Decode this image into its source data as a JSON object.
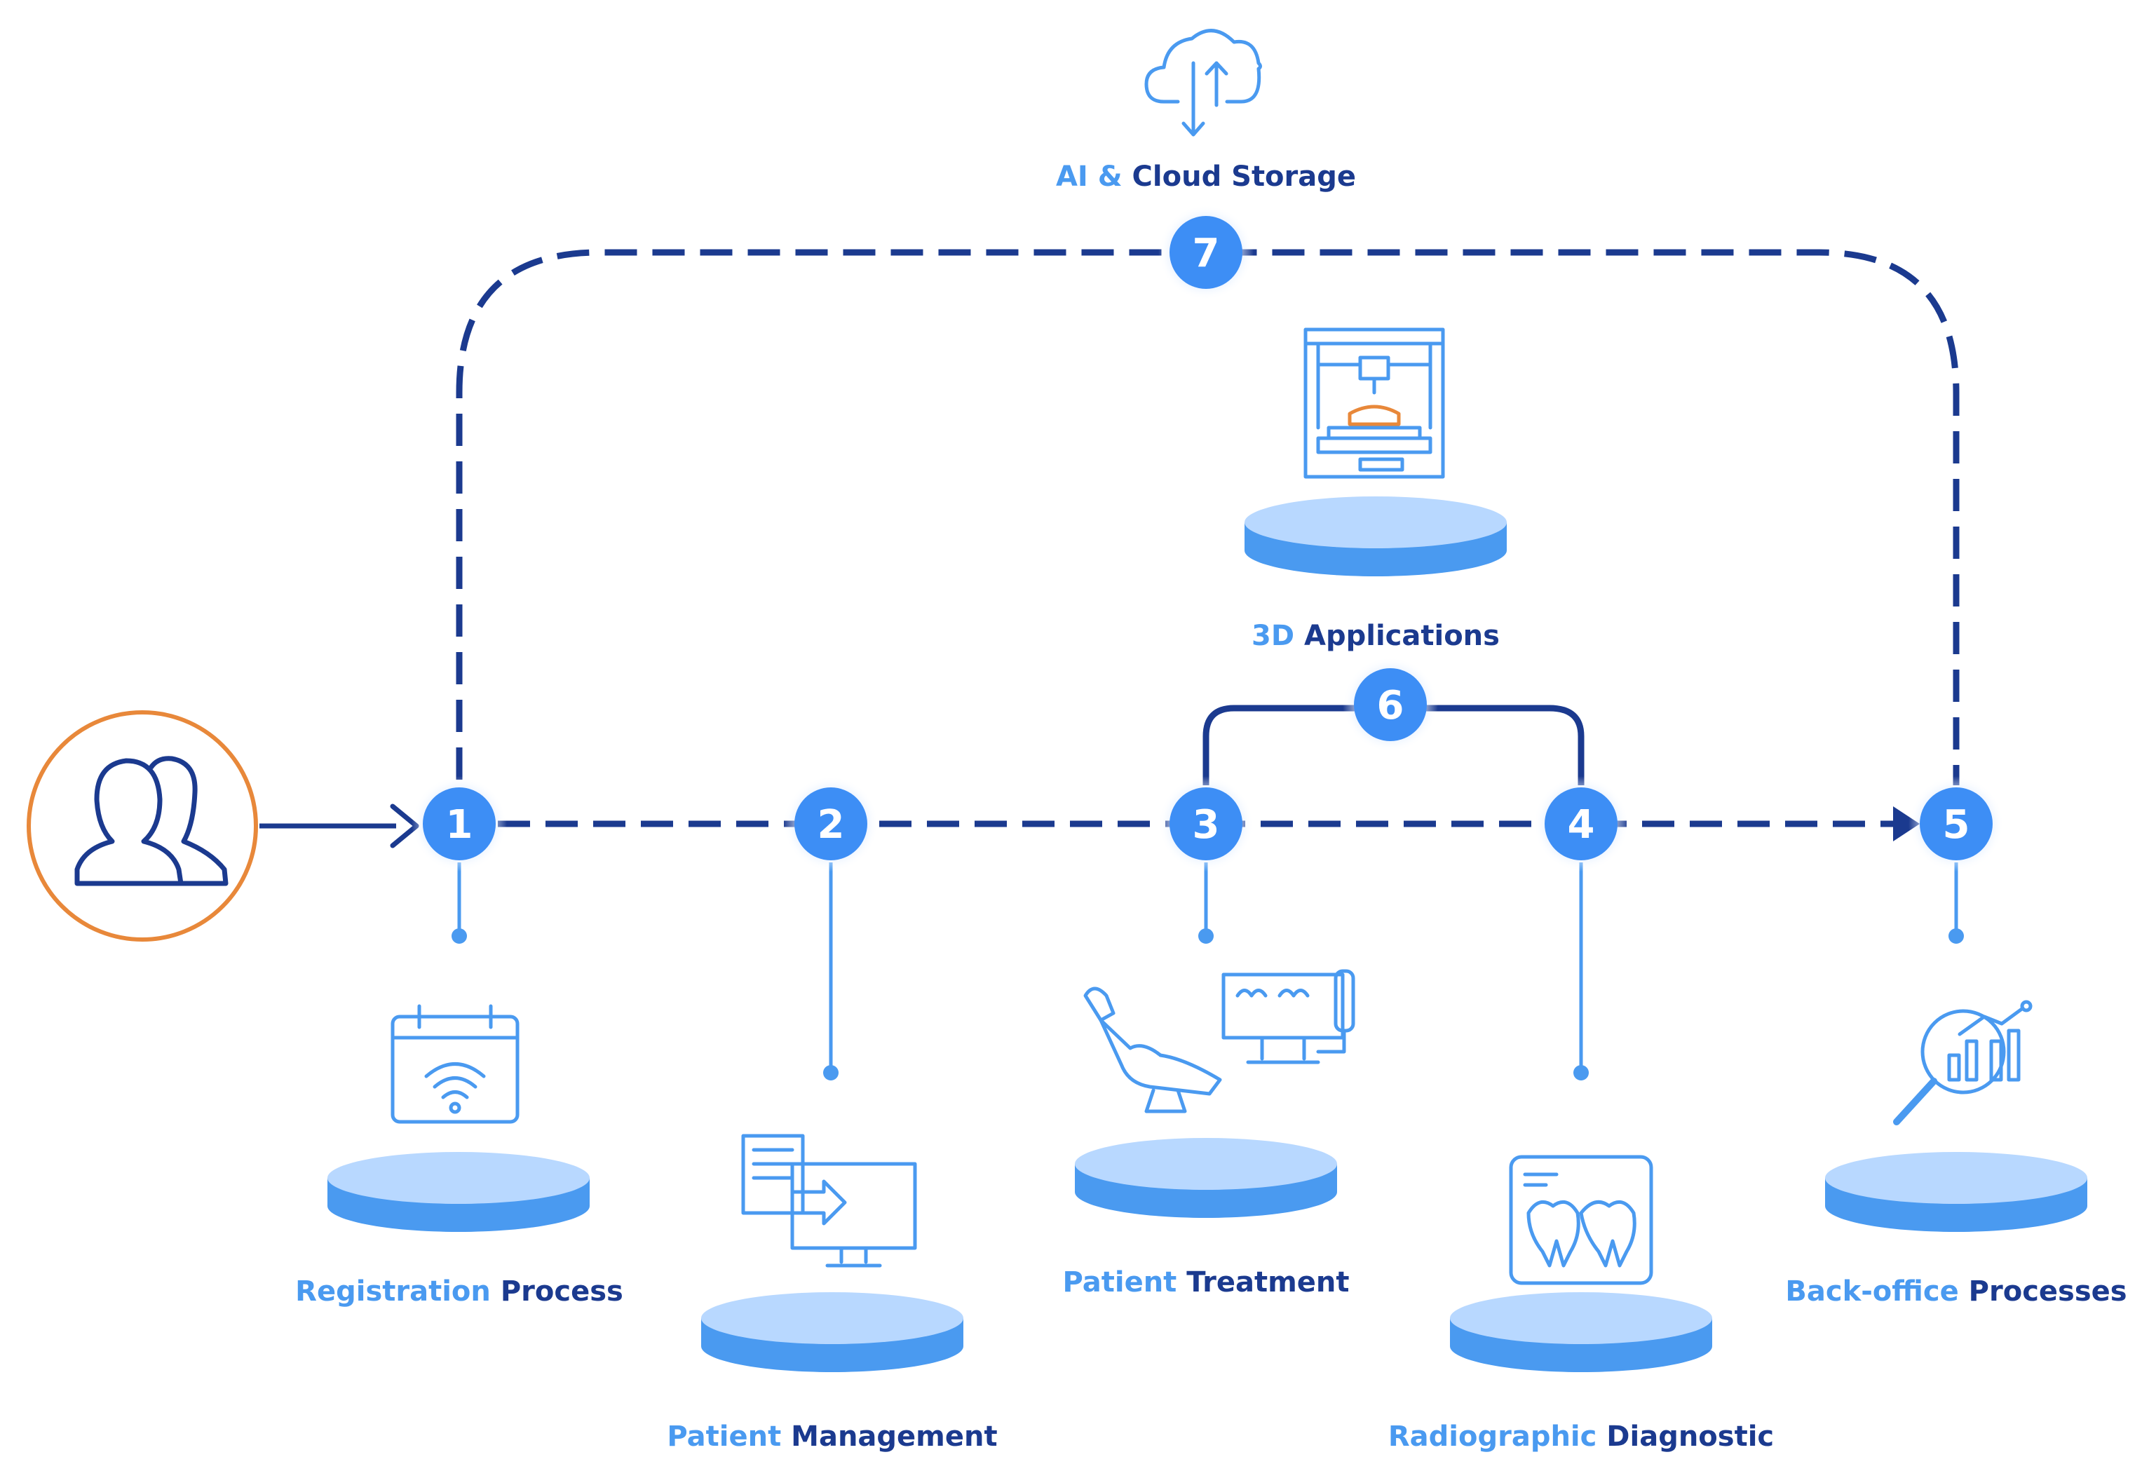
{
  "steps": [
    {
      "num": "1",
      "label_light": "Registration",
      "label_dark": "Process"
    },
    {
      "num": "2",
      "label_light": "Patient",
      "label_dark": "Management"
    },
    {
      "num": "3",
      "label_light": "Patient",
      "label_dark": "Treatment"
    },
    {
      "num": "4",
      "label_light": "Radiographic",
      "label_dark": "Diagnostic"
    },
    {
      "num": "5",
      "label_light": "Back-office",
      "label_dark": "Processes"
    },
    {
      "num": "6",
      "label_light": "3D",
      "label_dark": "Applications"
    },
    {
      "num": "7",
      "label_light": "AI &",
      "label_dark": "Cloud Storage"
    }
  ],
  "icons": {
    "users": "users-icon",
    "cloud": "cloud-sync-icon",
    "printer": "3d-printer-icon",
    "calendar": "calendar-wifi-icon",
    "transfer": "document-transfer-icon",
    "chair": "dental-chair-icon",
    "xray": "dental-xray-icon",
    "analytics": "analytics-search-icon"
  },
  "colors": {
    "dark_blue": "#1b3a8f",
    "light_blue": "#4a9af0",
    "node_blue": "#3d8ef5",
    "accent_orange": "#e8883a"
  }
}
